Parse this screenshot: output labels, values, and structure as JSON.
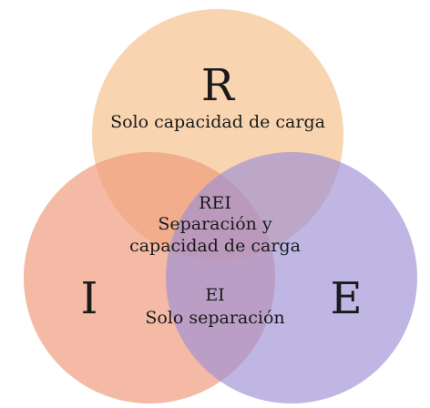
{
  "circles": {
    "r": {
      "letter": "R",
      "caption": "Solo capacidad de carga",
      "color": "#f6c89a"
    },
    "i": {
      "letter": "I",
      "color": "#ef9c7f"
    },
    "e": {
      "letter": "E",
      "color": "#9d8fd6"
    }
  },
  "overlaps": {
    "rei": {
      "code": "REI",
      "line1": "Separación y",
      "line2": "capacidad de carga"
    },
    "ei": {
      "code": "EI",
      "caption": "Solo separación"
    }
  }
}
